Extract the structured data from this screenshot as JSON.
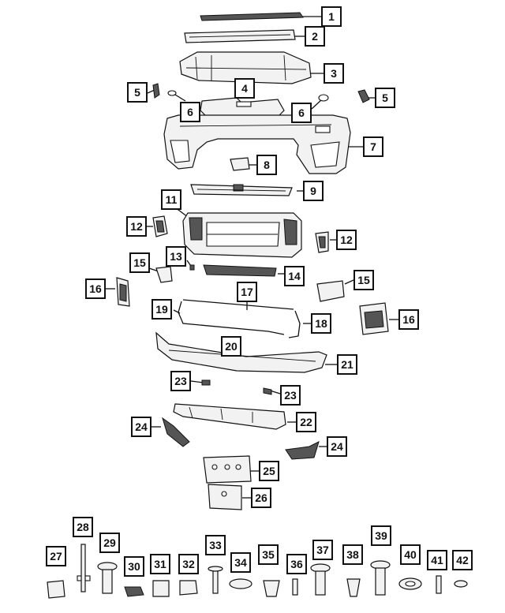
{
  "callouts": [
    "1",
    "2",
    "3",
    "4",
    "5",
    "5",
    "6",
    "6",
    "7",
    "8",
    "9",
    "11",
    "12",
    "12",
    "13",
    "14",
    "15",
    "15",
    "16",
    "16",
    "17",
    "18",
    "19",
    "20",
    "21",
    "22",
    "23",
    "23",
    "24",
    "24",
    "25",
    "26",
    "27",
    "28",
    "29",
    "30",
    "31",
    "32",
    "33",
    "34",
    "35",
    "36",
    "37",
    "38",
    "39",
    "40",
    "41",
    "42"
  ]
}
